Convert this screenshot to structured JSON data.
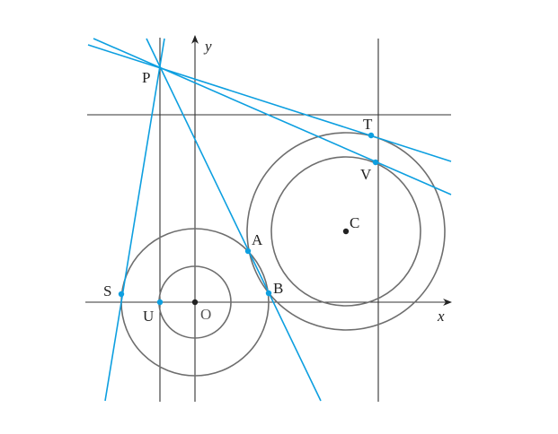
{
  "colors": {
    "tangent": "#0d9fe0",
    "circle": "#6e6e6e",
    "axis": "#222222"
  },
  "axes": {
    "x_label": "x",
    "y_label": "y",
    "origin_label": "O"
  },
  "points": {
    "P": "P",
    "T": "T",
    "V": "V",
    "C": "C",
    "A": "A",
    "B": "B",
    "S": "S",
    "U": "U"
  }
}
